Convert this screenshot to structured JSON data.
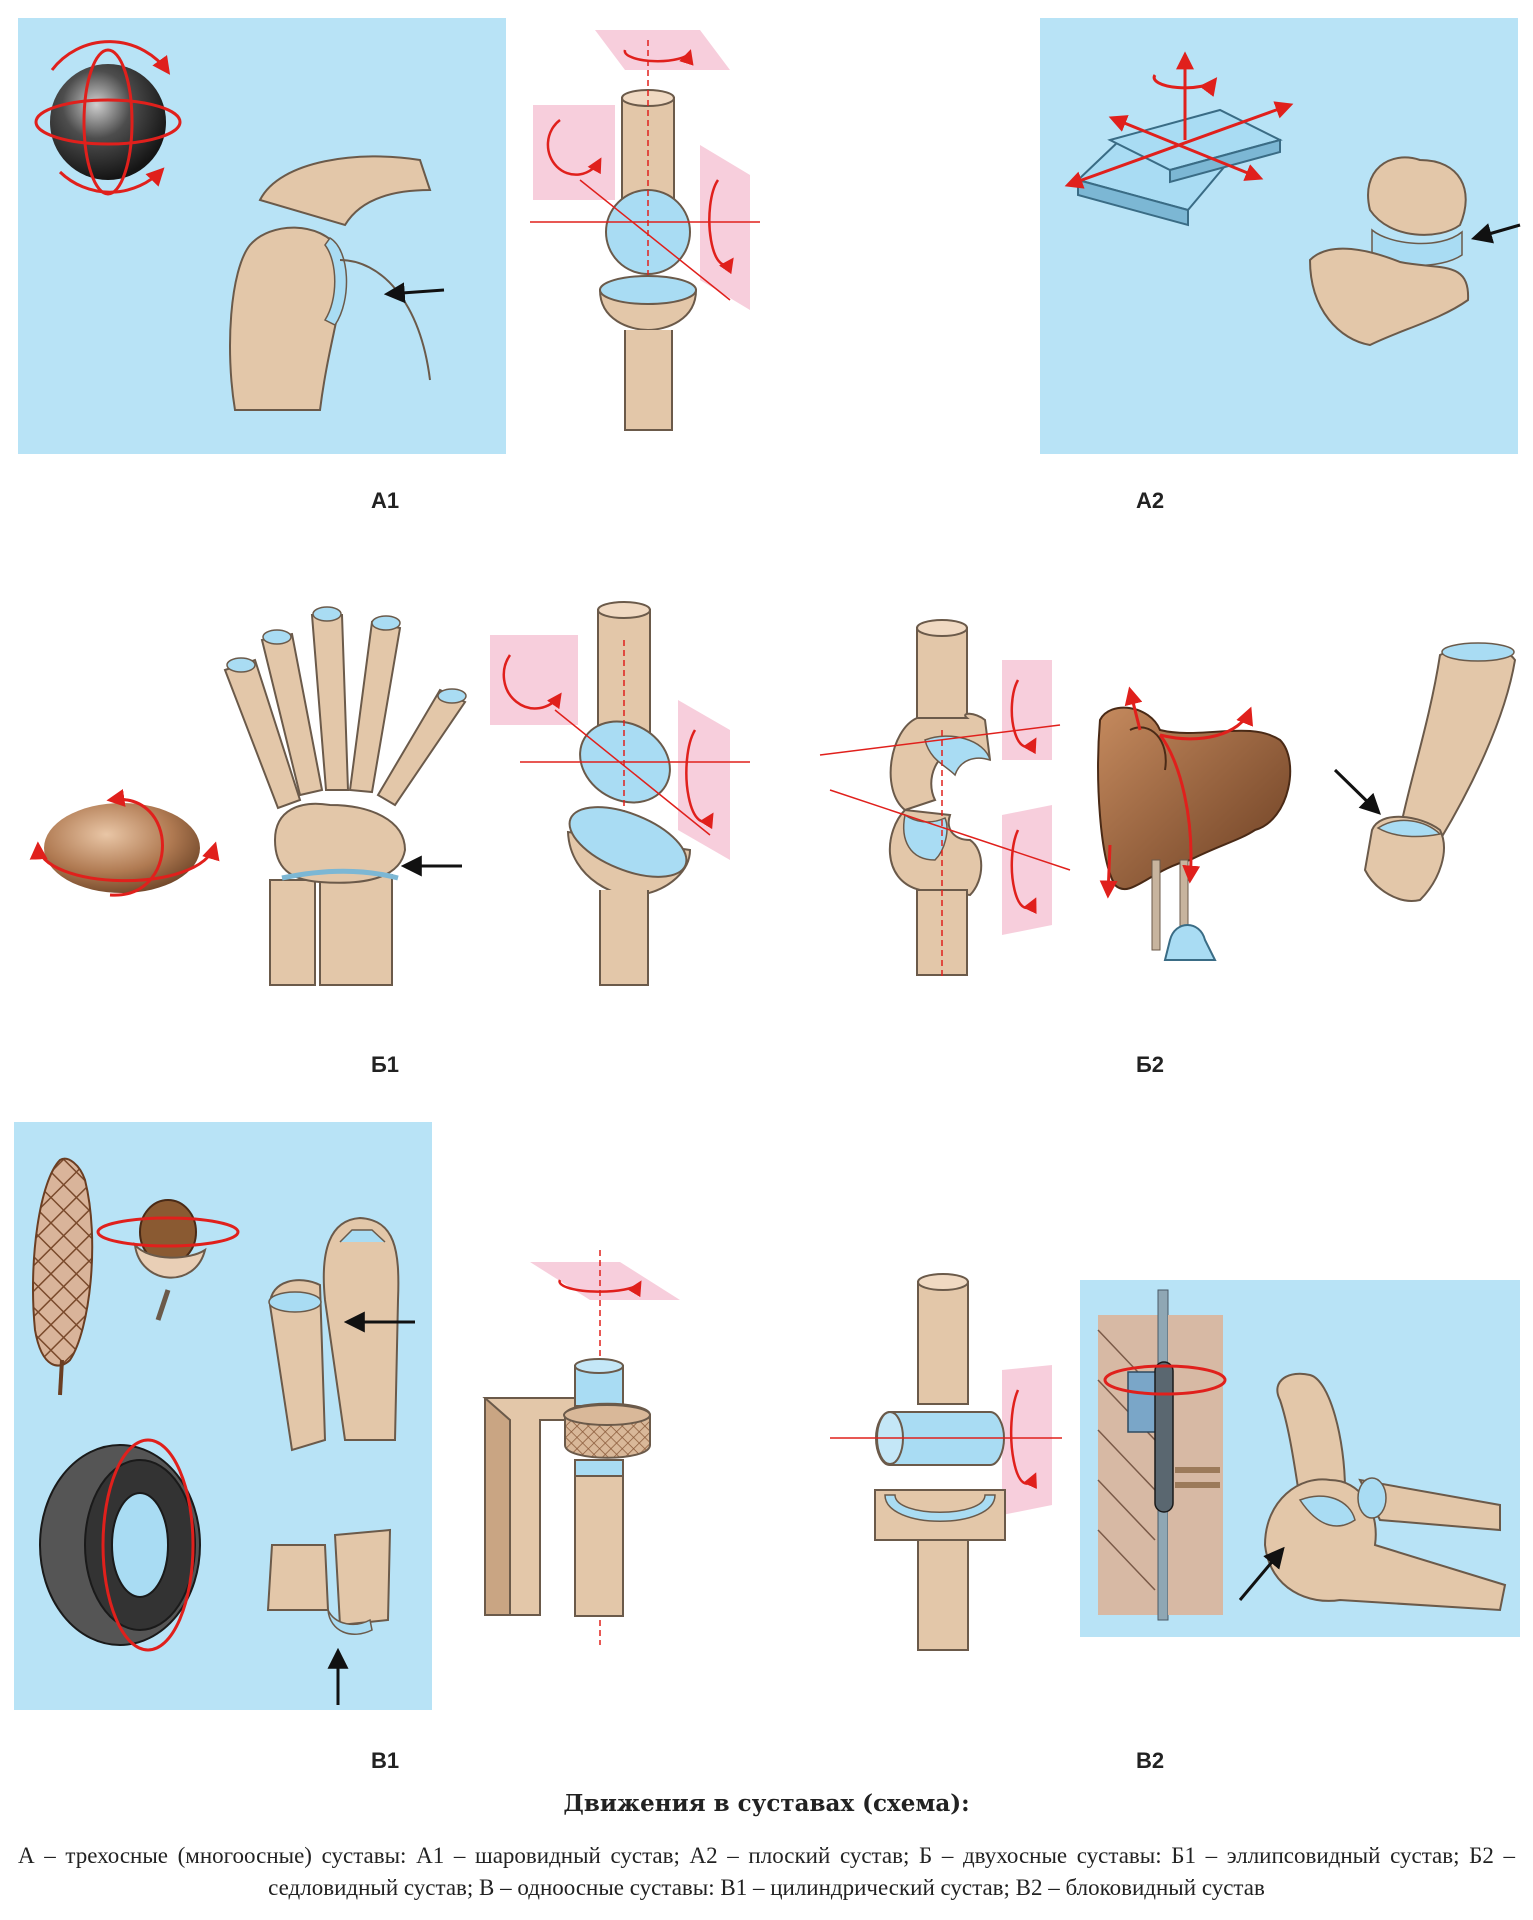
{
  "panels": {
    "A1": "А1",
    "A2": "А2",
    "B1": "Б1",
    "B2": "Б2",
    "V1": "В1",
    "V2": "В2"
  },
  "caption": {
    "title": "Движения в суставах (схема):",
    "text": "А – трехосные (многоосные) суставы: А1 – шаровидный сустав; А2 – плоский сустав; Б – двухосные суставы: Б1 – эллипсовидный сустав; Б2 – седловидный сустав; В – одноосные суставы: В1 – цилиндрический сустав; В2 – блоковидный сустав"
  },
  "colors": {
    "background_panel": "#b8e3f6",
    "bone": "#e3c7a9",
    "bone_shadow": "#c9a583",
    "cartilage": "#a9dcf3",
    "arrow_red": "#e0201c",
    "plane_pink": "#f6c6d6",
    "axis_red": "#e0201c"
  }
}
